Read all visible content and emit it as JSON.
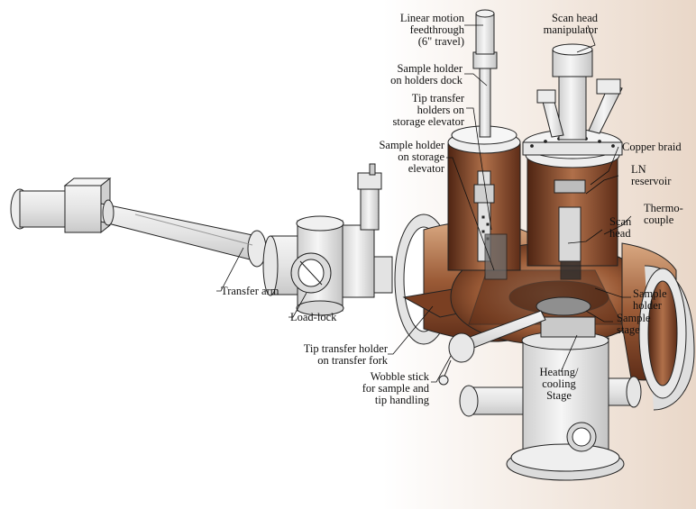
{
  "labels": {
    "linear_motion": "Linear motion\nfeedthrough\n(6\" travel)",
    "scan_head_manipulator": "Scan head\nmanipulator",
    "sample_holder_dock": "Sample holder\non holders dock",
    "tip_transfer_elevator": "Tip transfer\nholders on\nstorage elevator",
    "sample_holder_elevator": "Sample holder\non storage\nelevator",
    "copper_braid": "Copper braid",
    "ln_reservoir": "LN\nreservoir",
    "thermocouple": "Thermo-\ncouple",
    "scan_head": "Scan\nhead",
    "transfer_arm": "Transfer arm",
    "load_lock": "Load-lock",
    "sample_holder": "Sample\nholder",
    "sample_stage": "Sample\nstage",
    "tip_transfer_fork": "Tip transfer holder\non transfer fork",
    "wobble_stick": "Wobble stick\nfor sample and\ntip handling",
    "heating_cooling_stage": "Heating/\ncooling\nStage"
  },
  "colors": {
    "background_gradient_start": "#ffffff",
    "background_gradient_end": "#e9d7c8",
    "copper_dark": "#5e2d18",
    "copper_mid": "#9a5a36",
    "copper_light": "#d9a881",
    "steel_light": "#f2f2f2",
    "steel_mid": "#d4d4d4",
    "outline": "#222222"
  }
}
